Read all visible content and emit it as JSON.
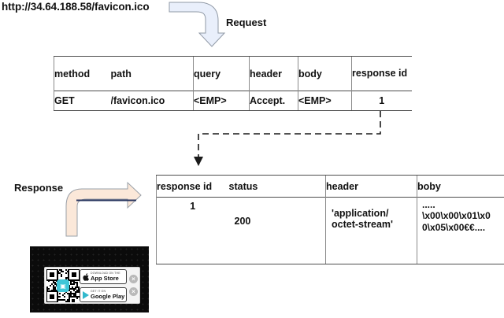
{
  "url_label": "http://34.64.188.58/favicon.ico",
  "request_label": "Request",
  "response_label": "Response",
  "request_table": {
    "headers": [
      "method",
      "path",
      "query",
      "header",
      "body",
      "response id"
    ],
    "row": [
      "GET",
      "/favicon.ico",
      "<EMP>",
      "Accept.",
      "<EMP>",
      "1"
    ]
  },
  "response_table": {
    "headers": [
      "response id",
      "status",
      "header",
      "boby"
    ],
    "row": {
      "response_id": "1",
      "status": "200",
      "header_lines": [
        "'application/",
        "octet-stream'"
      ],
      "boby_lines": [
        ".....",
        "\\x00\\x00\\x01\\x0",
        "0\\x05\\x00€€...."
      ]
    }
  },
  "app_banner": {
    "app_store_tagline": "DOWNLOAD ON THE",
    "app_store_label": "App Store",
    "google_play_tagline": "GET IT ON",
    "google_play_label": "Google Play"
  },
  "colors": {
    "request-arrow-fill": "#e9effb",
    "response-arrow-fill": "#fbe8d9",
    "navy-line": "#28355f",
    "qr-logo": "#3fc6d8"
  }
}
